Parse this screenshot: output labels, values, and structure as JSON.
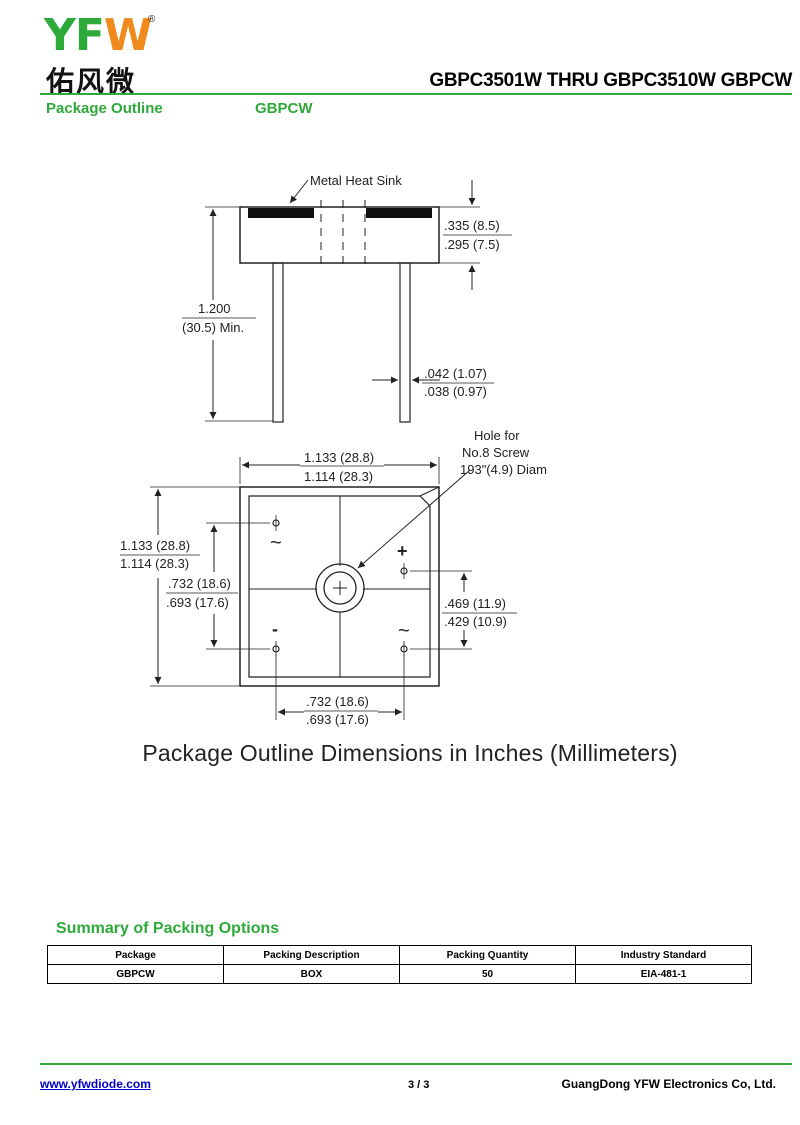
{
  "header": {
    "logo_mark": "YF",
    "logo_mark_tail": "W",
    "logo_reg": "®",
    "logo_cn": "佑风微",
    "title": "GBPC3501W THRU GBPC3510W  GBPCW"
  },
  "section": {
    "left": "Package Outline",
    "right": "GBPCW"
  },
  "drawing": {
    "heat_sink_label": "Metal Heat Sink",
    "height_max": ".335 (8.5)",
    "height_min": ".295 (7.5)",
    "lead_length_top": "1.200",
    "lead_length_bottom": "(30.5) Min.",
    "lead_dia_max": ".042 (1.07)",
    "lead_dia_min": ".038 (0.97)",
    "hole_line1": "Hole for",
    "hole_line2": "No.8 Screw",
    "hole_line3": "193\"(4.9) Diam",
    "width_max": "1.133 (28.8)",
    "width_min": "1.114 (28.3)",
    "side_max": "1.133 (28.8)",
    "side_min": "1.114 (28.3)",
    "pin_span_left_max": ".732 (18.6)",
    "pin_span_left_min": ".693 (17.6)",
    "pin_span_right_max": ".469 (11.9)",
    "pin_span_right_min": ".429 (10.9)",
    "pin_span_bottom_max": ".732 (18.6)",
    "pin_span_bottom_min": ".693 (17.6)",
    "pin_ac_top_left": "~",
    "pin_plus": "+",
    "pin_minus": "-",
    "pin_ac_bottom_right": "~"
  },
  "caption": "Package Outline Dimensions in Inches (Millimeters)",
  "summary": {
    "title": "Summary of Packing Options",
    "headers": [
      "Package",
      "Packing Description",
      "Packing Quantity",
      "Industry Standard"
    ],
    "rows": [
      [
        "GBPCW",
        "BOX",
        "50",
        "EIA-481-1"
      ]
    ]
  },
  "footer": {
    "url": "www.yfwdiode.com",
    "page": "3 / 3",
    "company": "GuangDong YFW Electronics Co, Ltd."
  },
  "colors": {
    "brand_green": "#2eaa3a",
    "brand_orange": "#f08a1c",
    "link_blue": "#0000cc"
  }
}
